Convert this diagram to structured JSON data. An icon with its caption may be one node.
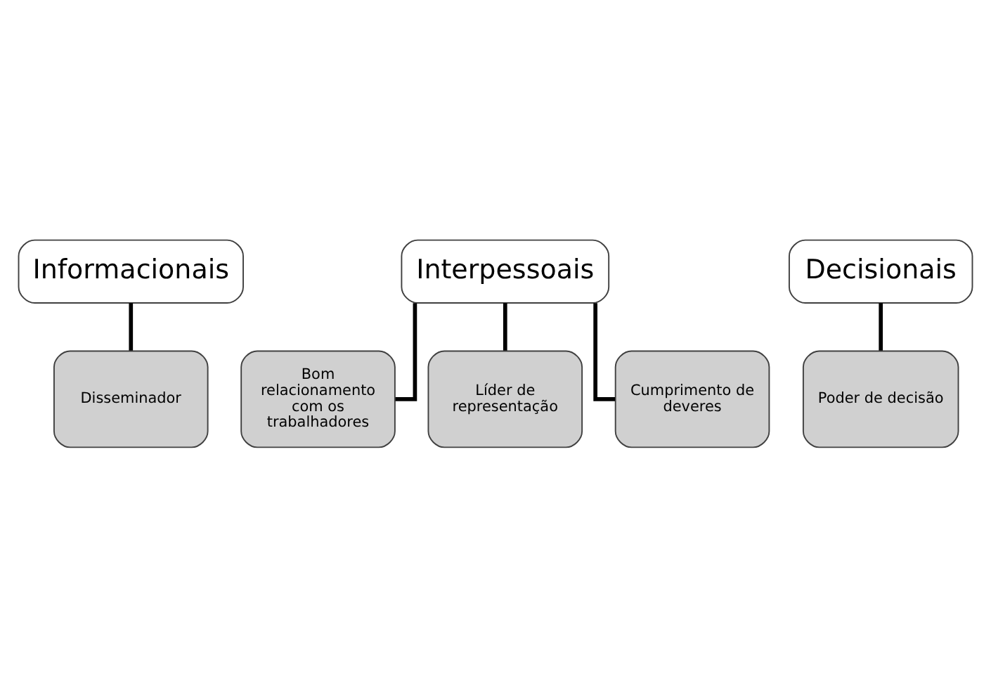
{
  "diagram": {
    "nodes": [
      {
        "text": [
          "Informacionais"
        ]
      },
      {
        "text": [
          "Disseminador"
        ]
      },
      {
        "text": [
          "Interpessoais"
        ]
      },
      {
        "text": [
          "Bom relacionamento com os trabalhadores"
        ]
      },
      {
        "text": [
          "Líder de representação"
        ]
      },
      {
        "text": [
          "Cumprimento de deveres"
        ]
      },
      {
        "text": [
          "Decisionais"
        ]
      },
      {
        "text": [
          "Poder de decisão"
        ]
      }
    ],
    "edges": [
      {
        "from": 0,
        "to": 1,
        "arrow": "none"
      },
      {
        "from": 2,
        "to": 3,
        "arrow": "none"
      },
      {
        "from": 2,
        "to": 4,
        "arrow": "none"
      },
      {
        "from": 2,
        "to": 5,
        "arrow": "none"
      },
      {
        "from": 6,
        "to": 7,
        "arrow": "none"
      }
    ]
  }
}
